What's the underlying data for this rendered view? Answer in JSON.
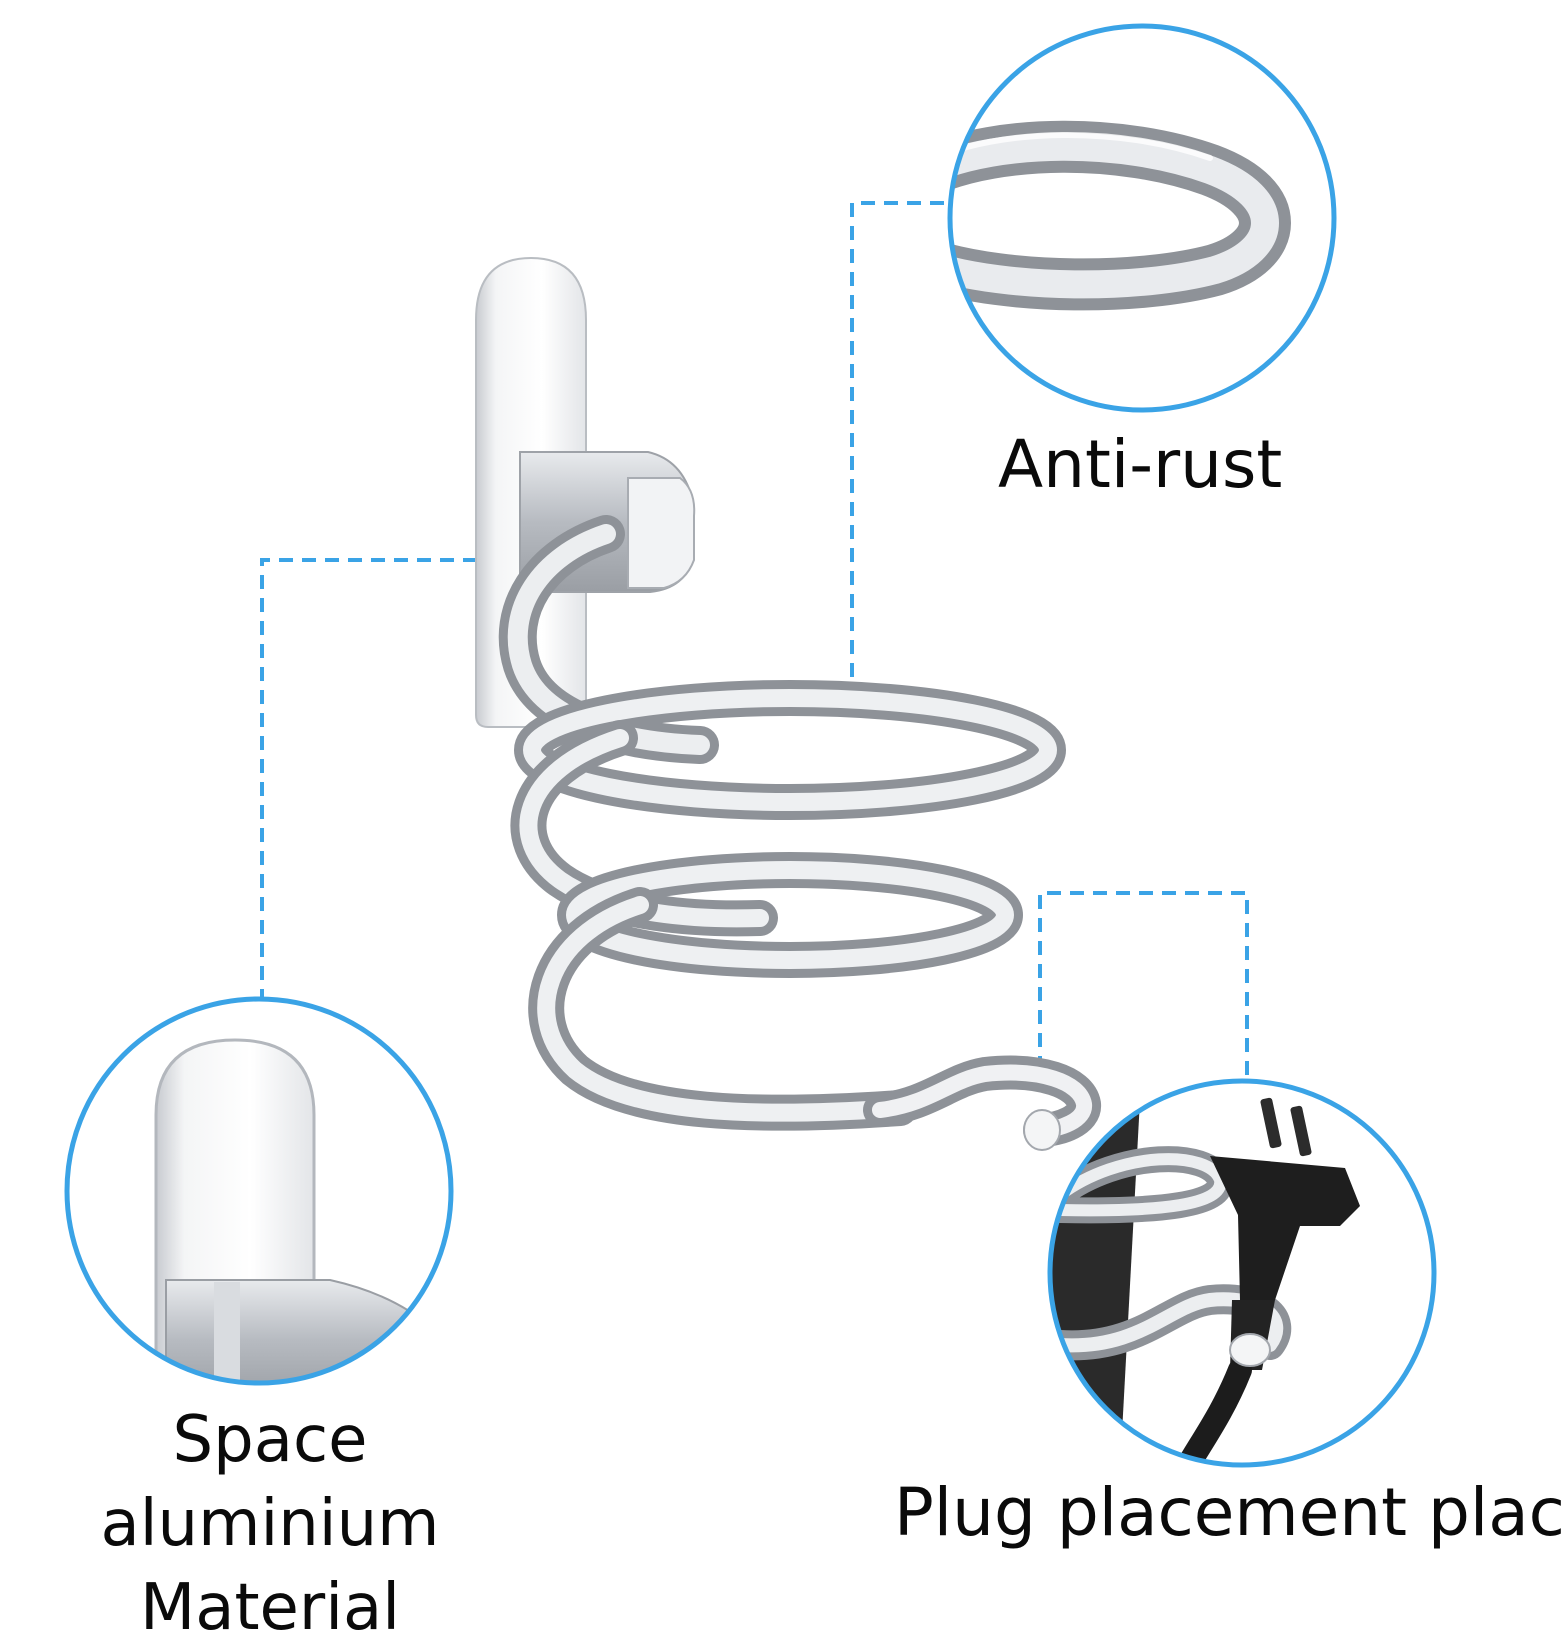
{
  "callouts": {
    "anti_rust": "Anti-rust",
    "material_line1": "Space aluminium",
    "material_line2": "Material",
    "plug_place": "Plug placement place"
  },
  "colors": {
    "callout_accent": "#3aa3e6",
    "metal_light": "#f1f2f4",
    "metal_mid": "#c9ccd0",
    "metal_dark": "#8b8f95",
    "label_text": "#0a0a0a",
    "plug_black": "#1c1c1c"
  }
}
